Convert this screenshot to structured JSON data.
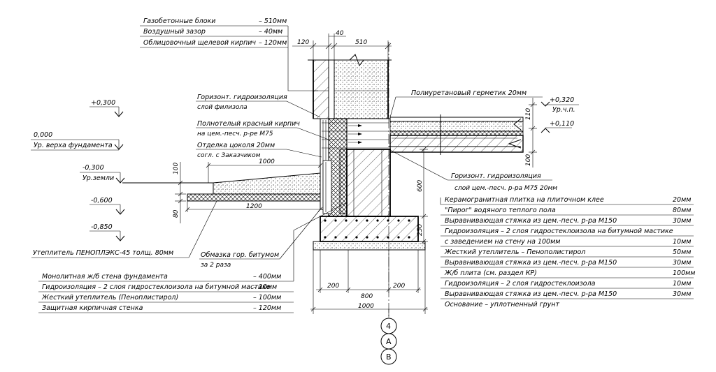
{
  "wall_spec": [
    {
      "name": "Газобетонные блоки",
      "value": "– 510мм"
    },
    {
      "name": "Воздушный зазор",
      "value": "– 40мм"
    },
    {
      "name": "Облицовочный щелевой кирпич",
      "value": "– 120мм"
    }
  ],
  "top_dims": {
    "d120": "120",
    "d40": "40",
    "d510": "510"
  },
  "levels": {
    "p0300": "+0,300",
    "zero_value": "0,000",
    "zero_label": "Ур. верха фундамента",
    "m0300_value": "-0,300",
    "m0300_label": "Ур.земли",
    "m0600": "-0,600",
    "m0850": "-0,850",
    "p0320_value": "+0,320",
    "p0320_label": "Ур.ч.п.",
    "p0110": "+0,110"
  },
  "callouts": {
    "horiz_waterproof_1": "Горизонт. гидроизоляция",
    "horiz_waterproof_1b": "слой филизола",
    "full_brick_1": "Полнотелый красный кирпич",
    "full_brick_2": "на цем.-песч. р-ре М75",
    "plinth_finish_1": "Отделка цоколя 20мм",
    "plinth_finish_2": "согл. с Заказчиком",
    "sealant": "Полиуретановый герметик 20мм",
    "horiz_waterproof_2": "Горизонт. гидроизоляция",
    "horiz_waterproof_2b": "слой цем.-песч. р-ра М75  20мм",
    "insulation": "Утеплитель ПЕНОПЛЭКС-45 толщ. 80мм",
    "bitumen_1": "Обмазка гор. битумом",
    "bitumen_2": "за 2 раза"
  },
  "dims": {
    "d1000_top": "1000",
    "d1200": "1200",
    "d100_left": "100",
    "d80_left": "80",
    "d600": "600",
    "d250": "250",
    "d110": "110",
    "d100_right": "100",
    "d200_l": "200",
    "d800": "800",
    "d200_r": "200",
    "d1000_bot": "1000"
  },
  "foundation_spec": [
    {
      "name": "Монолитная ж/б стена фундамента",
      "value": "– 400мм"
    },
    {
      "name": "Гидроизоляция – 2 слоя гидростеклоизола на битумной мастике",
      "value": "– 10мм"
    },
    {
      "name": "Жесткий утеплитель (Пеноплистирол)",
      "value": "– 100мм"
    },
    {
      "name": "Защитная кирпичная стенка",
      "value": "– 120мм"
    }
  ],
  "floor_spec": [
    {
      "name": "Керамогранитная плитка на плиточном клее",
      "value": "20мм"
    },
    {
      "name": "\"Пирог\" водяного теплого пола",
      "value": "80мм"
    },
    {
      "name": "Выравнивающая стяжка из цем.-песч. р-ра М150",
      "value": "30мм"
    },
    {
      "name": "Гидроизоляция – 2 слоя гидростеклоизола на битумной мастике",
      "value": ""
    },
    {
      "name": "с заведением на стену на 100мм",
      "value": "10мм"
    },
    {
      "name": "Жесткий утеплитель – Пенополистирол",
      "value": "50мм"
    },
    {
      "name": "Выравнивающая стяжка из цем.-песч. р-ра М150",
      "value": "30мм"
    },
    {
      "name": "Ж/б плита (см. раздел КР)",
      "value": "100мм"
    },
    {
      "name": "Гидроизоляция – 2 слоя гидростеклоизола",
      "value": "10мм"
    },
    {
      "name": "Выравнивающая стяжка из цем.-песч. р-ра М150",
      "value": "30мм"
    },
    {
      "name": "Основание – уплотненный грунт",
      "value": ""
    }
  ],
  "axes": [
    "4",
    "А",
    "В"
  ]
}
